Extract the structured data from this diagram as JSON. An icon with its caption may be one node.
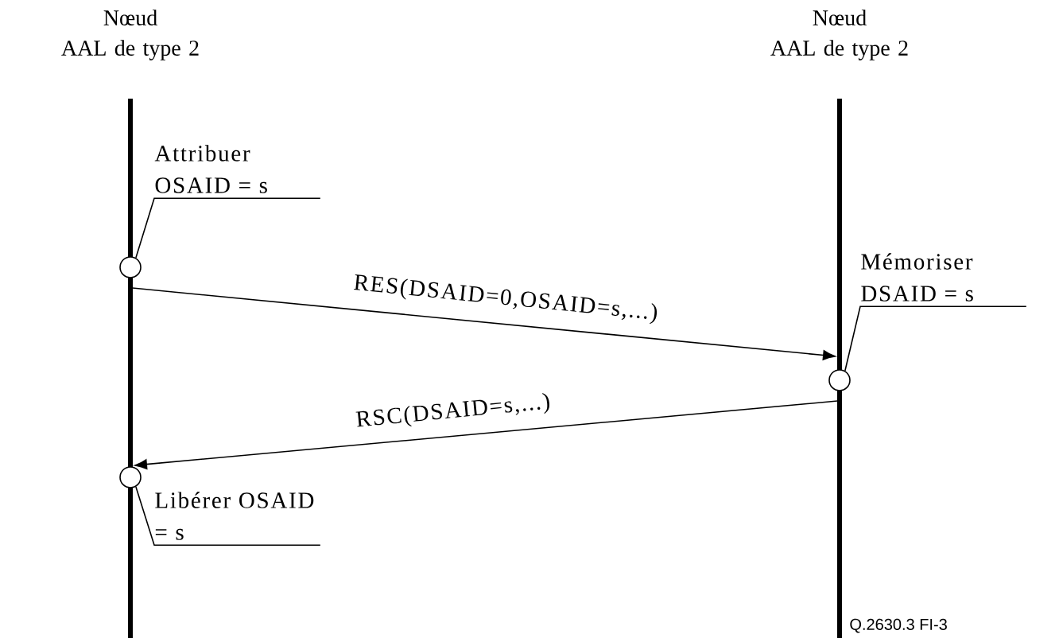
{
  "diagram": {
    "nodes": [
      {
        "text": [
          "Nœud",
          "AAL de type 2"
        ]
      },
      {
        "text": [
          "Nœud",
          "AAL de type 2"
        ]
      },
      {
        "text": [
          "Attribuer OSAID = s"
        ]
      },
      {
        "text": [],
        "shape": "circle"
      },
      {
        "text": [
          "Mémoriser DSAID = s"
        ]
      },
      {
        "text": [],
        "shape": "circle"
      },
      {
        "text": [],
        "shape": "circle"
      },
      {
        "text": [
          "Libérer OSAID = s"
        ]
      }
    ],
    "edges": [
      {
        "from": 2,
        "to": 3,
        "arrow": "none"
      },
      {
        "from": 3,
        "to": 5,
        "arrow": "to",
        "label": "RES(DSAID=0,OSAID=s,...)"
      },
      {
        "from": 4,
        "to": 5,
        "arrow": "none"
      },
      {
        "from": 5,
        "to": 6,
        "arrow": "to",
        "label": "RSC(DSAID=s,...)"
      },
      {
        "from": 7,
        "to": 6,
        "arrow": "none"
      }
    ],
    "labels": [
      "Q.2630.3 FI-3"
    ]
  }
}
